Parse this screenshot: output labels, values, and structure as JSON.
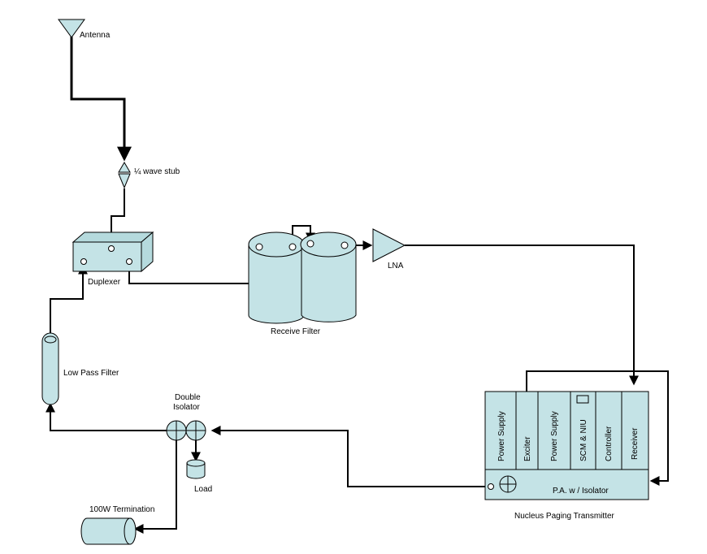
{
  "labels": {
    "antenna": "Antenna",
    "wave_stub": "¼ wave stub",
    "duplexer": "Duplexer",
    "receive_filter": "Receive Filter",
    "lna": "LNA",
    "low_pass_filter": "Low Pass Filter",
    "double_isolator": [
      "Double",
      "Isolator"
    ],
    "load": "Load",
    "termination": "100W Termination",
    "transmitter": "Nucleus Paging Transmitter",
    "pa_isolator": "P.A. w / Isolator"
  },
  "modules": [
    "Power Supply",
    "Exciter",
    "Power Supply",
    "SCM & NIU",
    "Controller",
    "Receiver"
  ]
}
